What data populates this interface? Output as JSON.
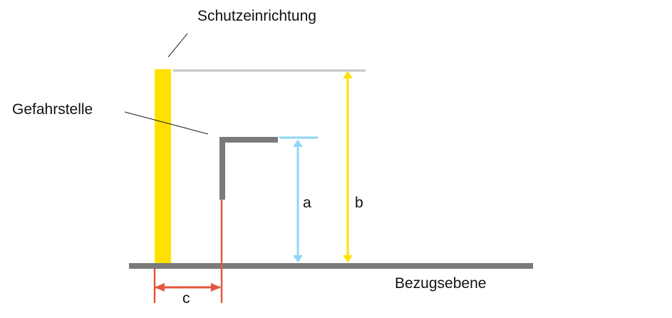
{
  "labels": {
    "protective_device": "Schutzeinrichtung",
    "hazard_zone": "Gefahrstelle",
    "reference_plane": "Bezugsebene",
    "dim_a": "a",
    "dim_b": "b",
    "dim_c": "c"
  },
  "colors": {
    "protective_device": "#ffe100",
    "hazard": "#7a7a7a",
    "ground": "#7a7a7a",
    "dim_a": "#8fd6f5",
    "dim_b": "#ffe100",
    "dim_c": "#e2573d",
    "top_line": "#c4c4c4"
  }
}
